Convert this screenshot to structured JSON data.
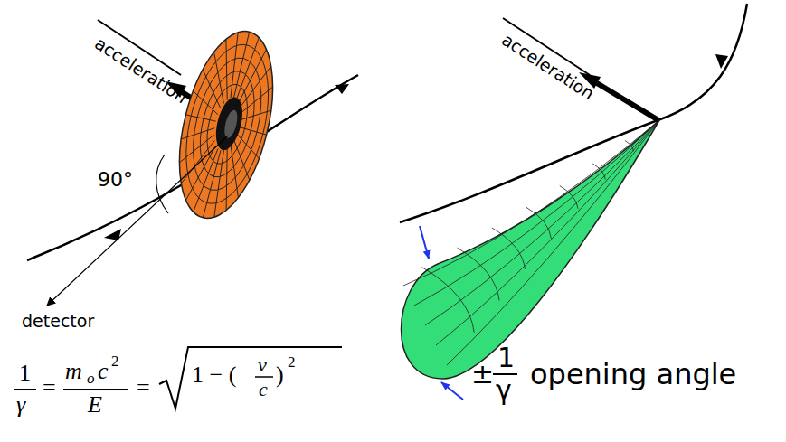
{
  "diagram": {
    "labels": [
      "acceleration",
      "90°",
      "detector",
      "acceleration",
      "1",
      "γ",
      "=",
      "m",
      "o",
      "c",
      "2",
      "E",
      "=",
      "1 − (",
      "v",
      "c",
      ")",
      "2",
      "±",
      "1",
      "γ",
      "opening angle"
    ]
  }
}
